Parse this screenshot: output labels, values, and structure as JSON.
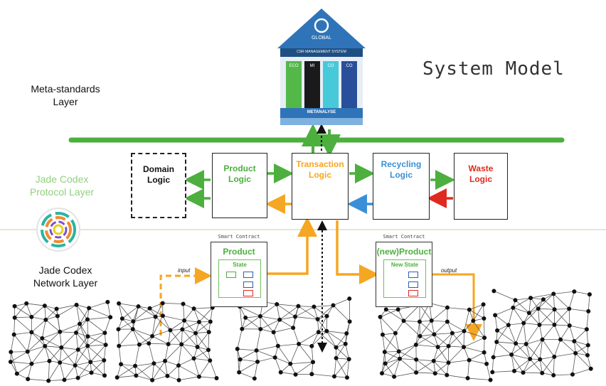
{
  "title": "System Model",
  "layers": {
    "meta": [
      "Meta-standards",
      "Layer"
    ],
    "protocol": [
      "Jade Codex",
      "Protocol Layer"
    ],
    "network": [
      "Jade Codex",
      "Network Layer"
    ]
  },
  "boxes": {
    "domain": [
      "Domain",
      "Logic"
    ],
    "product": [
      "Product",
      "Logic"
    ],
    "transaction": [
      "Transaction",
      "Logic"
    ],
    "recycling": [
      "Recycling",
      "Logic"
    ],
    "waste": [
      "Waste",
      "Logic"
    ]
  },
  "smart_contracts": {
    "header": "Smart Contract",
    "product_name": "Product",
    "product_state": "State",
    "new_product_name": "(new)Product",
    "new_product_state": "New State"
  },
  "flows": {
    "input": "input",
    "output": "output"
  },
  "house": {
    "brand": "GLOBAL",
    "subtitle": "CSR MANAGEMENT SYSTEM",
    "footer": "METANALYSE",
    "pillars": [
      "ECO",
      "MI",
      "CO",
      "CO"
    ]
  },
  "colors": {
    "green": "#4caf3e",
    "orange": "#f5a623",
    "blue": "#3a8fd6",
    "red": "#e02a1f",
    "house_blue": "#2f74b8"
  }
}
